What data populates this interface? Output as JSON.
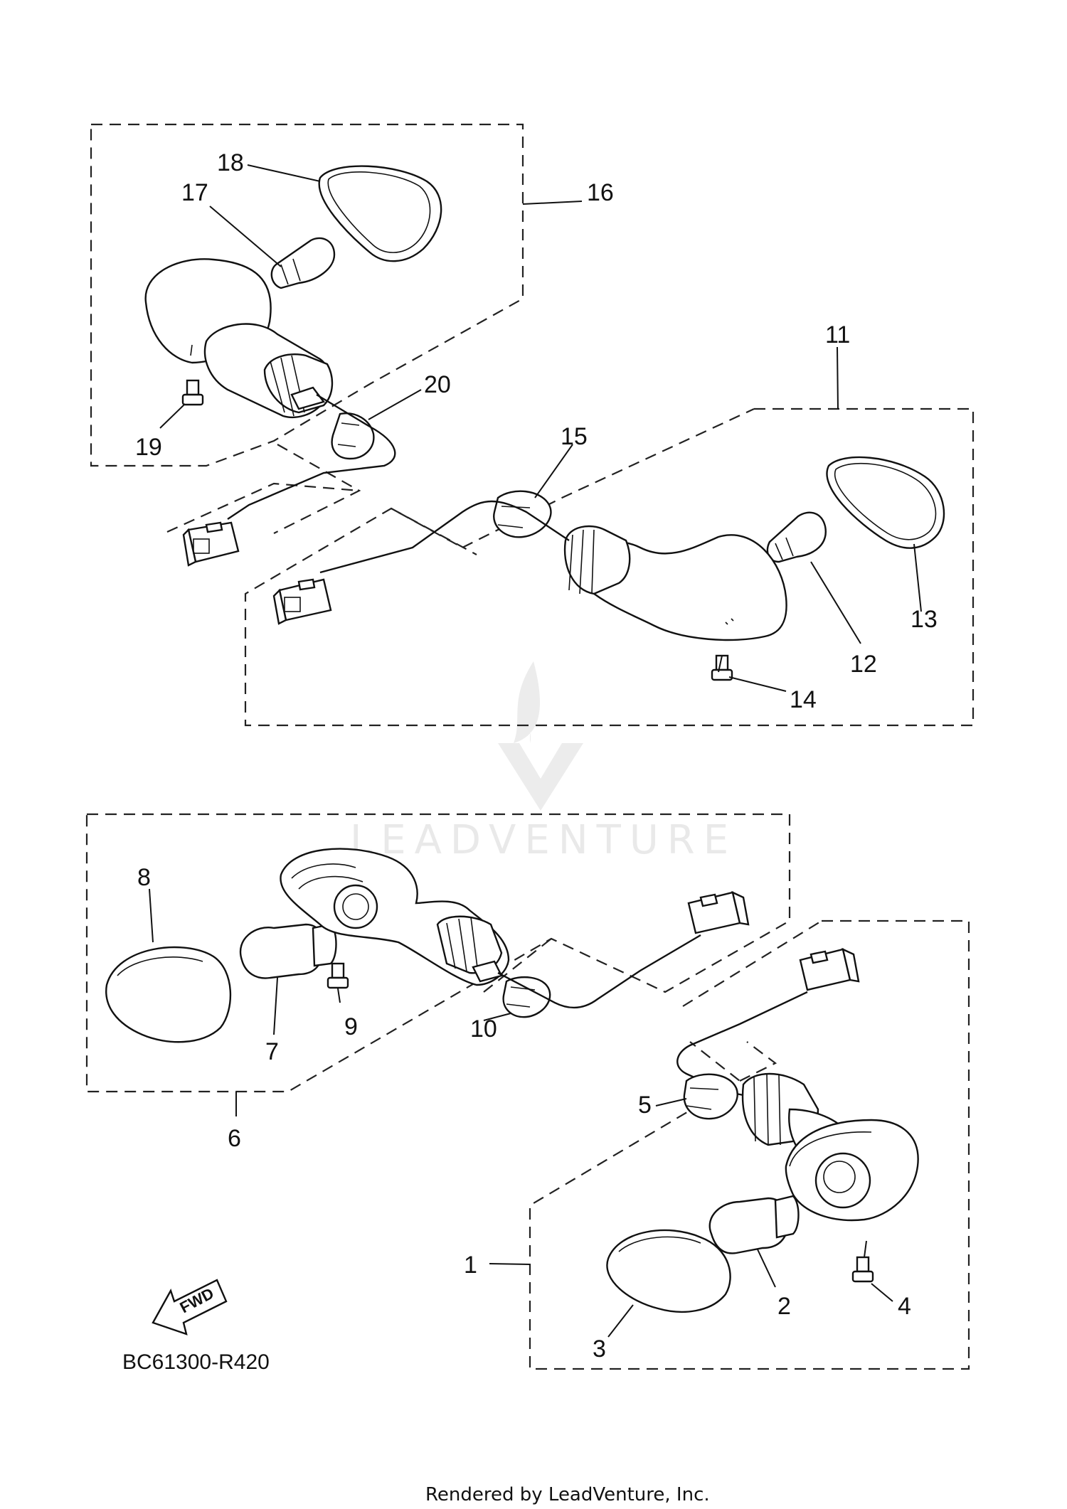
{
  "diagram": {
    "callouts": {
      "c1": "1",
      "c2": "2",
      "c3": "3",
      "c4": "4",
      "c5": "5",
      "c6": "6",
      "c7": "7",
      "c8": "8",
      "c9": "9",
      "c10": "10",
      "c11": "11",
      "c12": "12",
      "c13": "13",
      "c14": "14",
      "c15": "15",
      "c16": "16",
      "c17": "17",
      "c18": "18",
      "c19": "19",
      "c20": "20"
    },
    "fwd_label": "FWD",
    "reference_code": "BC61300-R420",
    "footer": "Rendered by LeadVenture, Inc.",
    "watermark": "LEADVENTURE"
  }
}
